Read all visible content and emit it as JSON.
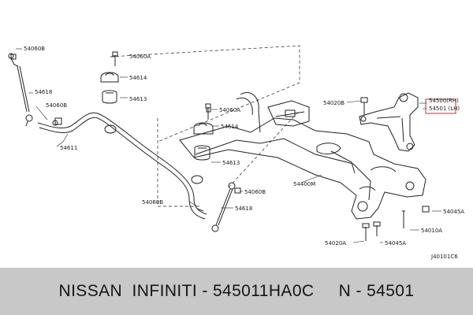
{
  "diagram": {
    "labels": {
      "l_54060b_a": "54060B",
      "l_54618_a": "54618",
      "l_54060b_b": "54060B",
      "l_54611": "54611",
      "l_54060a_a": "54060A",
      "l_54614_a": "54614",
      "l_54613_a": "54613",
      "l_54060a_b": "54060A",
      "l_54614_b": "54614",
      "l_54613_b": "54613",
      "l_54060b_c": "54060B",
      "l_54060b_d": "54060B",
      "l_54618_b": "54618",
      "l_54020b": "54020B",
      "l_54500": "54500(RH)",
      "l_54501": "54501 (LH)",
      "l_54400m": "54400M",
      "l_54045a_a": "54045A",
      "l_54010a": "54010A",
      "l_54020a": "54020A",
      "l_54045a_b": "54045A",
      "l_code": "J40101C6"
    },
    "highlight_color": "#e24a4a"
  },
  "footer": {
    "text": "NISSAN  INFINITI - 545011HA0C     N - 54501"
  }
}
